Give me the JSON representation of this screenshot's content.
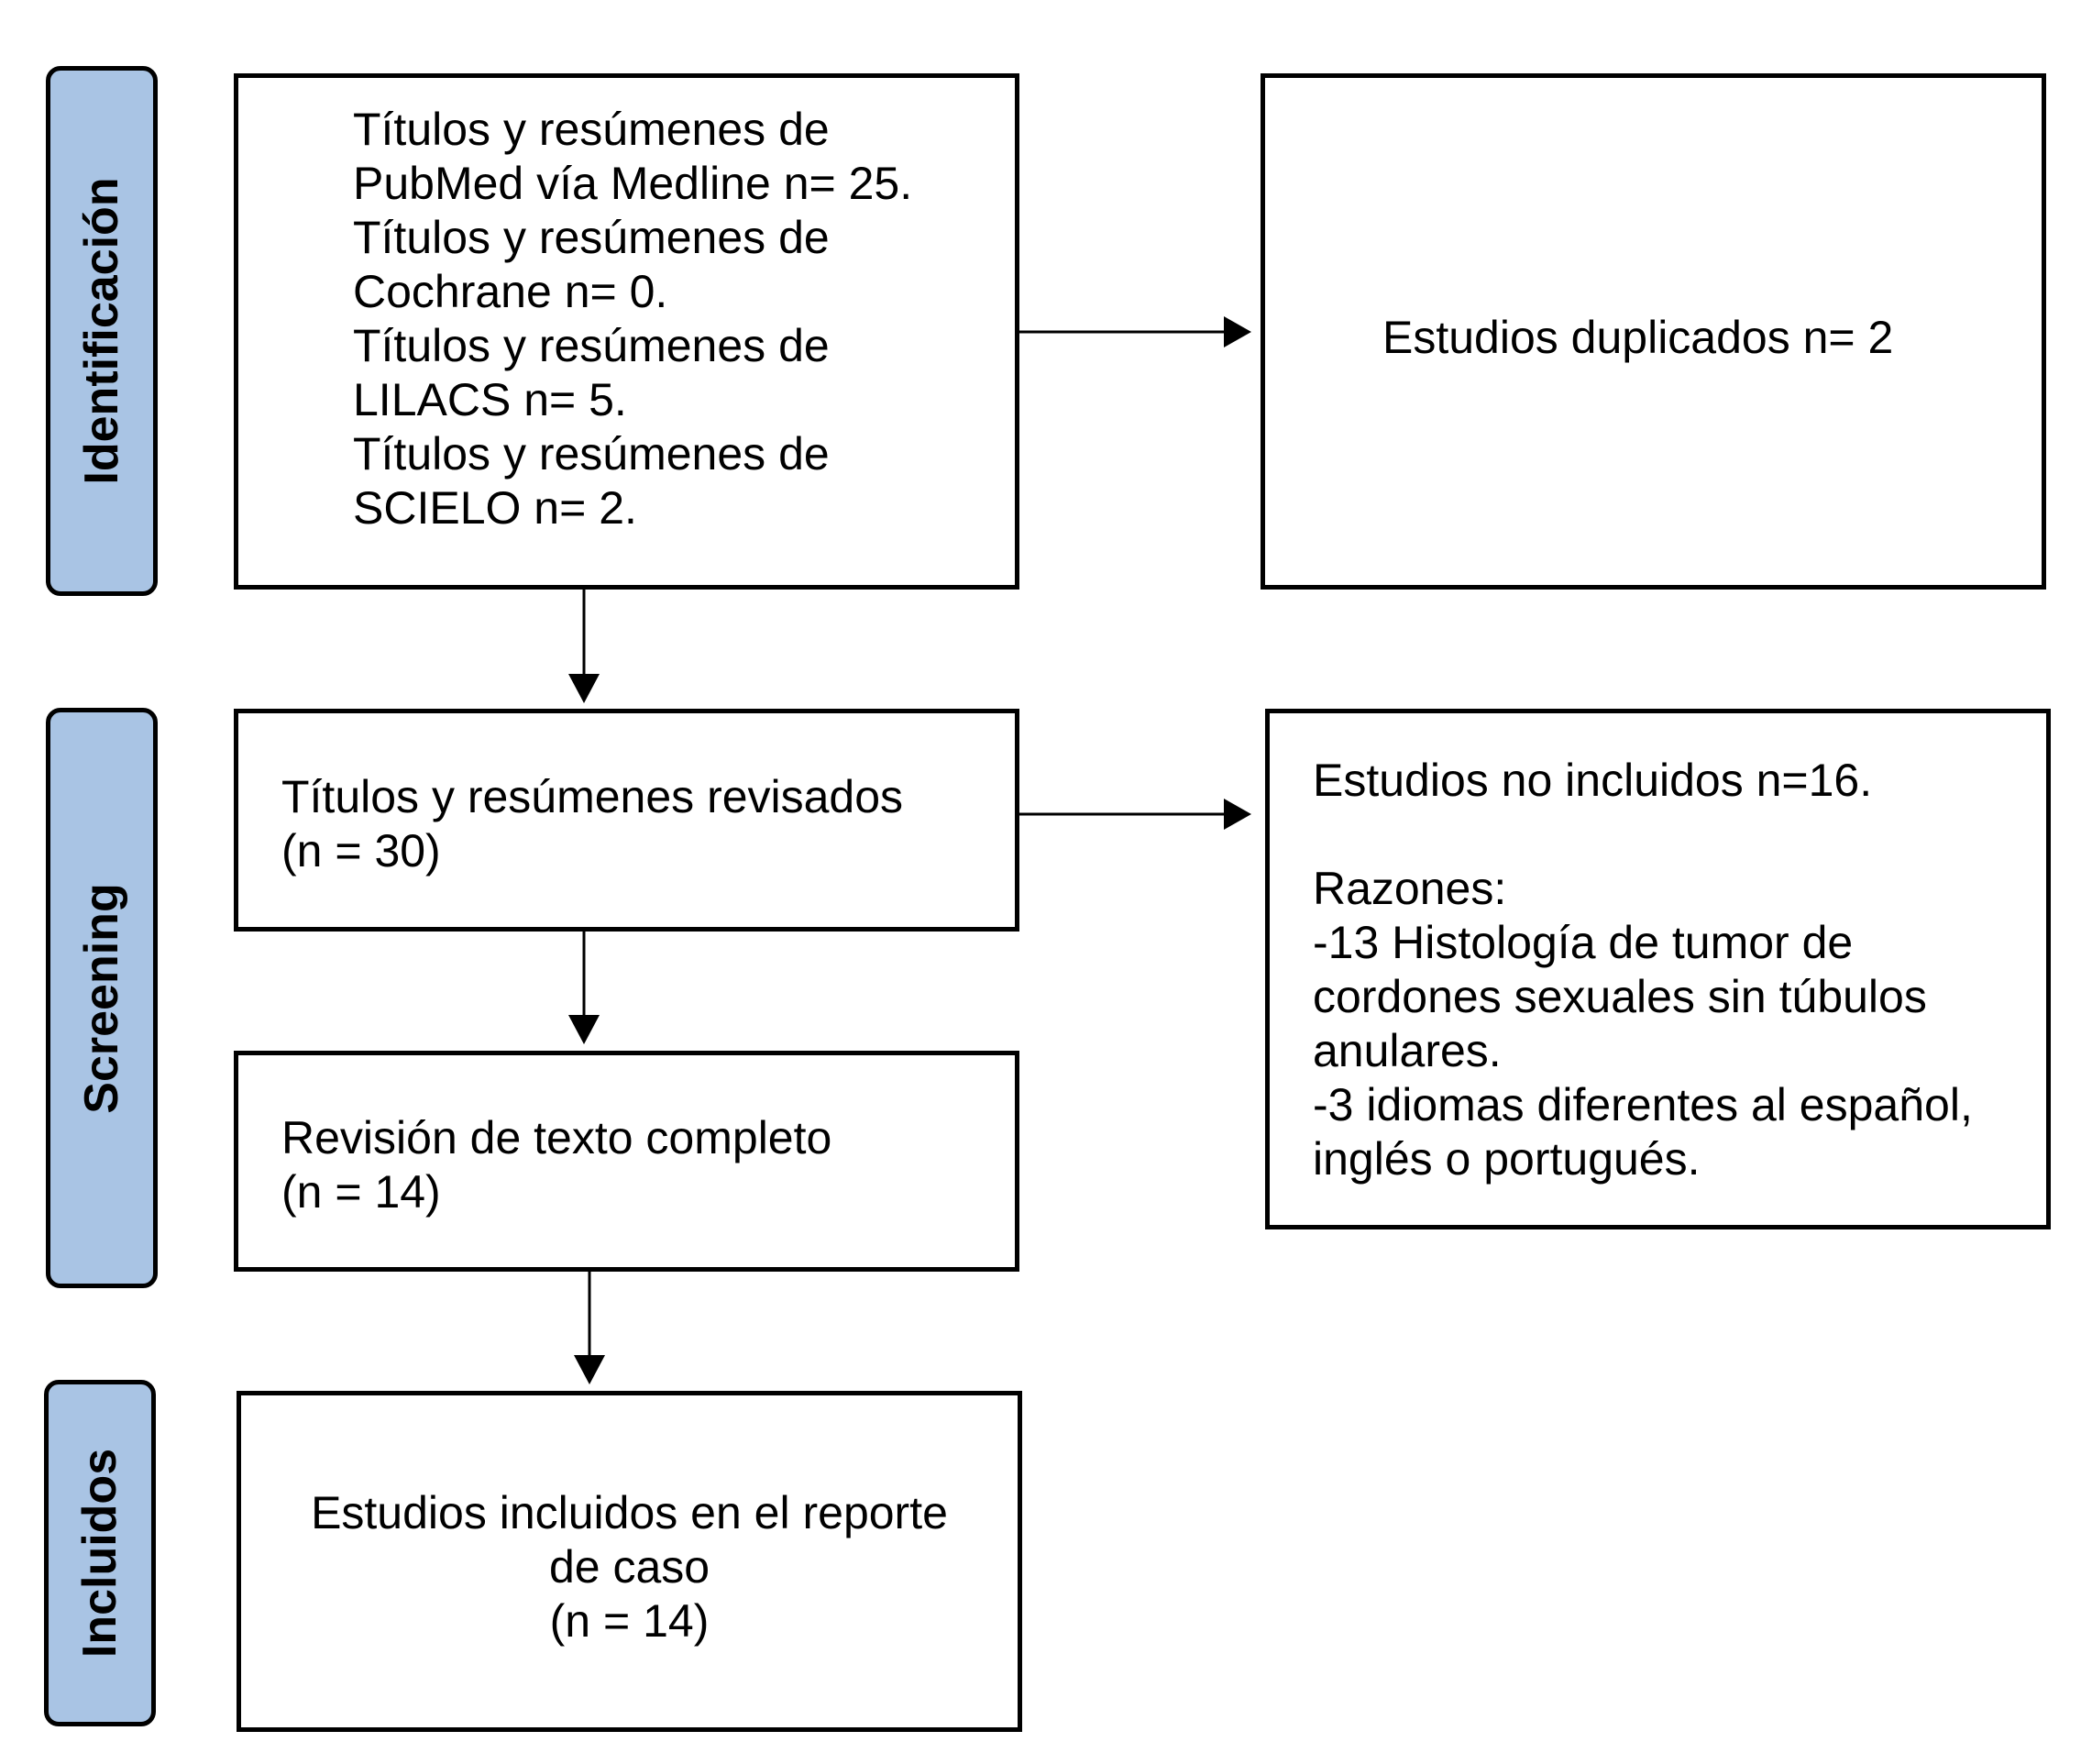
{
  "phases": {
    "identification": "Identificación",
    "screening": "Screening",
    "included": "Incluidos"
  },
  "boxes": {
    "records_identified": {
      "lines": [
        "Títulos y resúmenes de",
        "PubMed vía Medline n= 25.",
        "Títulos y resúmenes de",
        "Cochrane n= 0.",
        "Títulos y resúmenes de",
        "LILACS n= 5.",
        "Títulos y resúmenes de",
        "SCIELO n= 2."
      ]
    },
    "duplicates": {
      "lines": [
        "Estudios duplicados n= 2"
      ]
    },
    "screened": {
      "lines": [
        "Títulos y resúmenes revisados",
        "(n = 30)"
      ]
    },
    "excluded": {
      "lines": [
        "Estudios no incluidos n=16.",
        "",
        "Razones:",
        "-13 Histología de tumor de",
        "cordones sexuales sin túbulos",
        "anulares.",
        "-3 idiomas diferentes al español,",
        "inglés o portugués."
      ]
    },
    "full_text": {
      "lines": [
        "Revisión de texto completo",
        "(n = 14)"
      ]
    },
    "included": {
      "lines": [
        "Estudios incluidos en el reporte",
        "de caso",
        "(n = 14)"
      ]
    }
  }
}
